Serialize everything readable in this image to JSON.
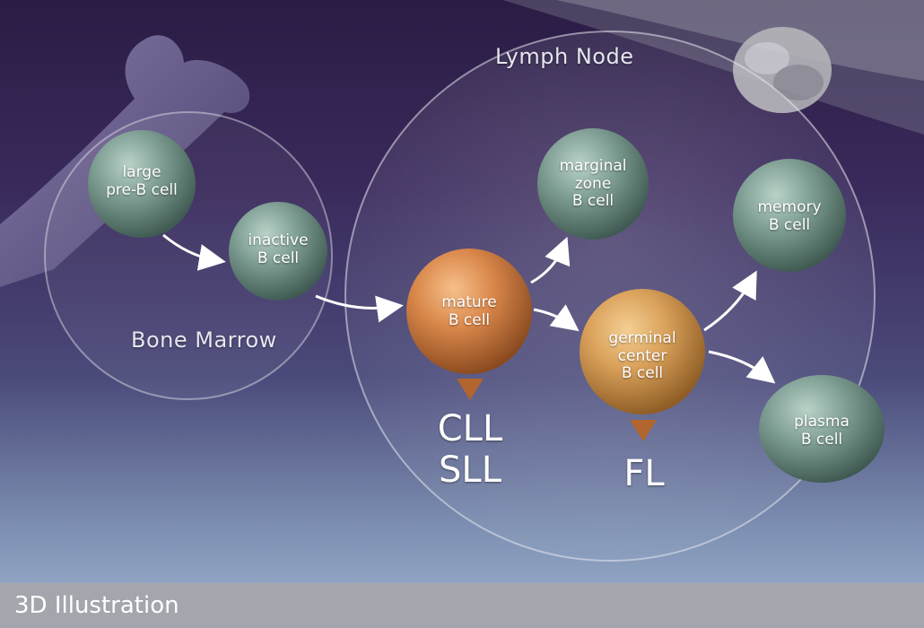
{
  "regions": {
    "lymph_node": "Lymph Node",
    "bone_marrow": "Bone Marrow"
  },
  "cells": {
    "large_pre_b": {
      "line1": "large",
      "line2": "pre-B cell",
      "color": "#7c9a8f"
    },
    "inactive_b": {
      "line1": "inactive",
      "line2": "B cell",
      "color": "#7c9a8f"
    },
    "mature_b": {
      "line1": "mature",
      "line2": "B cell",
      "color": "#d9874a"
    },
    "marginal_zone_b": {
      "line1": "marginal",
      "line2": "zone",
      "line3": "B cell",
      "color": "#7c9a8f"
    },
    "germinal_center_b": {
      "line1": "germinal",
      "line2": "center",
      "line3": "B cell",
      "color": "#d9a05a"
    },
    "memory_b": {
      "line1": "memory",
      "line2": "B cell",
      "color": "#7c9a8f"
    },
    "plasma_b": {
      "line1": "plasma",
      "line2": "B cell",
      "color": "#7c9a8f"
    }
  },
  "diseases": {
    "mature": {
      "line1": "CLL",
      "line2": "SLL"
    },
    "germinal": {
      "line1": "FL"
    }
  },
  "colors": {
    "marker": "#b2652f",
    "arrow": "#ffffff"
  },
  "footer": {
    "caption": "3D Illustration"
  }
}
